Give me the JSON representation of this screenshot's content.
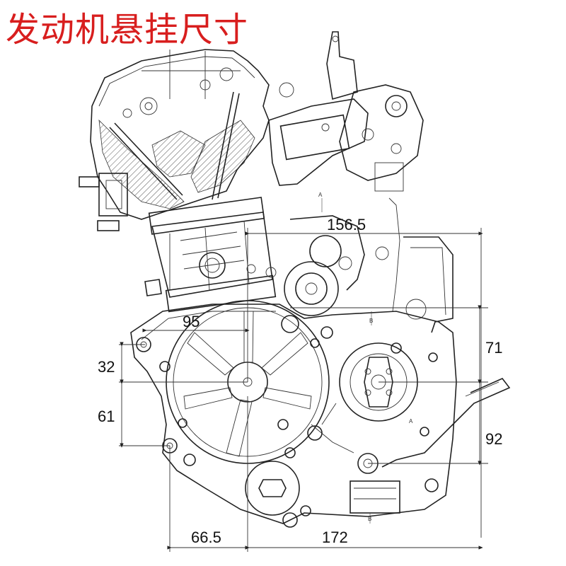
{
  "title": "发动机悬挂尺寸",
  "dimensions": {
    "top_width": "156.5",
    "upper_offset": "95",
    "left_upper": "32",
    "left_lower": "61",
    "right_upper": "71",
    "right_lower": "92",
    "bottom_left": "66.5",
    "bottom_right": "172"
  },
  "section_marks": [
    "A",
    "A",
    "B",
    "B"
  ]
}
